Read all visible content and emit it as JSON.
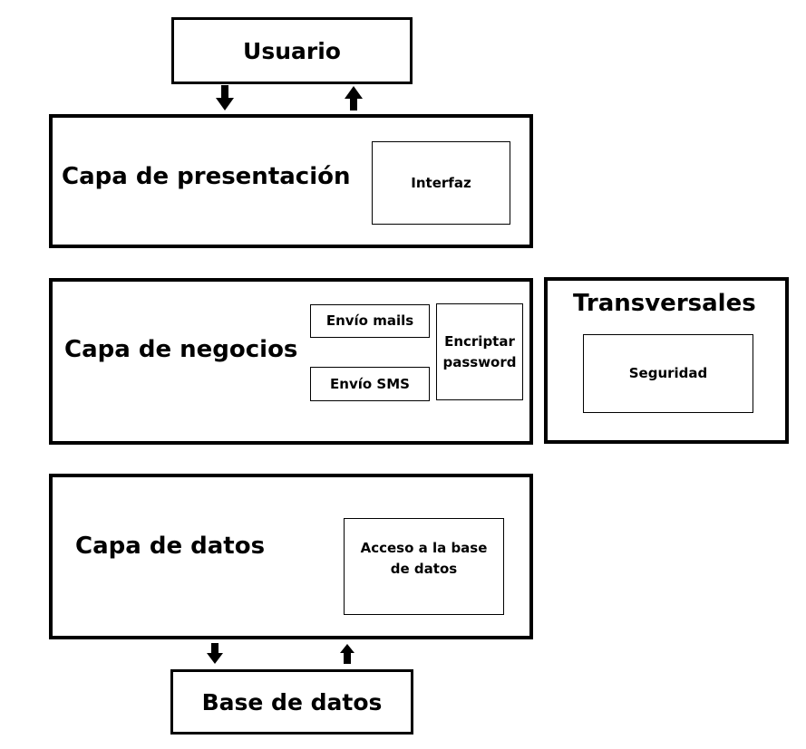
{
  "nodes": {
    "usuario": "Usuario",
    "presentation_layer": "Capa de presentación",
    "interface": "Interfaz",
    "business_layer": "Capa de negocios",
    "send_mails": "Envío mails",
    "send_sms": "Envío SMS",
    "encrypt_password": "Encriptar\npassword",
    "cross_cutting": "Transversales",
    "security": "Seguridad",
    "data_layer": "Capa de datos",
    "db_access": "Acceso a la base\nde datos",
    "database": "Base de datos"
  },
  "edges": [
    {
      "from": "usuario",
      "to": "presentation_layer",
      "direction": "down"
    },
    {
      "from": "presentation_layer",
      "to": "usuario",
      "direction": "up"
    },
    {
      "from": "data_layer",
      "to": "database",
      "direction": "down"
    },
    {
      "from": "database",
      "to": "data_layer",
      "direction": "up"
    }
  ]
}
